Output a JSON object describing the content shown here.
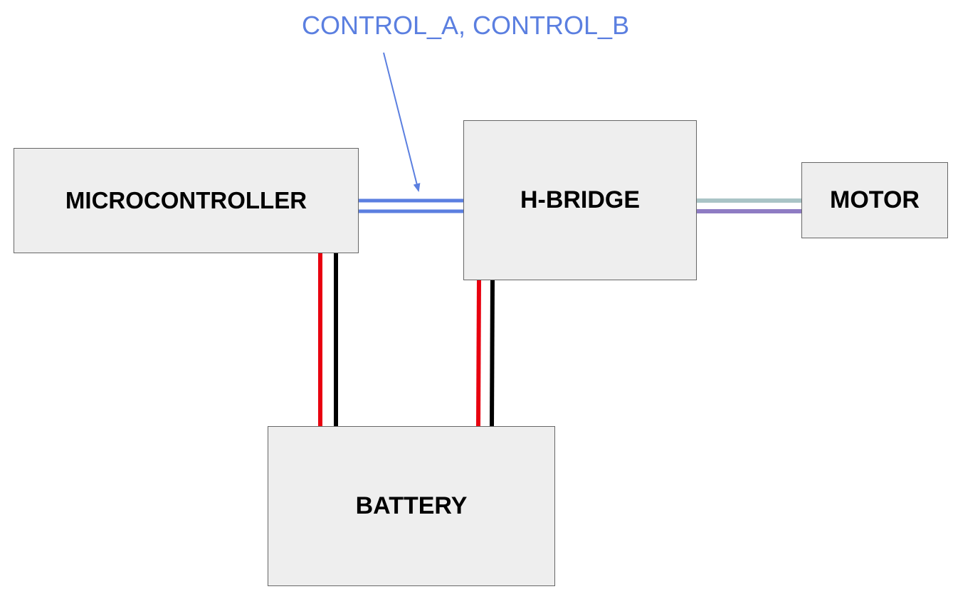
{
  "colors": {
    "block_fill": "#eeeeee",
    "block_border": "#666666",
    "control_signal": "#5b7fe0",
    "power_positive": "#e8000f",
    "power_negative": "#000000",
    "motor_wire_a": "#a9c4c6",
    "motor_wire_b": "#8e7cc3"
  },
  "blocks": {
    "microcontroller": "MICROCONTROLLER",
    "h_bridge": "H-BRIDGE",
    "motor": "MOTOR",
    "battery": "BATTERY"
  },
  "annotation": {
    "label": "CONTROL_A, CONTROL_B"
  },
  "connections": [
    {
      "from": "microcontroller",
      "to": "h_bridge",
      "signals": [
        "CONTROL_A",
        "CONTROL_B"
      ],
      "color": "#5b7fe0",
      "wires": 2
    },
    {
      "from": "h_bridge",
      "to": "motor",
      "colors": [
        "#a9c4c6",
        "#8e7cc3"
      ],
      "wires": 2
    },
    {
      "from": "battery",
      "to": "microcontroller",
      "colors": [
        "#e8000f",
        "#000000"
      ],
      "wires": 2
    },
    {
      "from": "battery",
      "to": "h_bridge",
      "colors": [
        "#e8000f",
        "#000000"
      ],
      "wires": 2
    }
  ]
}
